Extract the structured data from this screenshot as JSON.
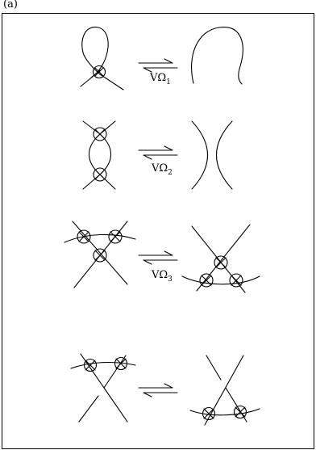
{
  "panel_label": "(a)",
  "moves": [
    {
      "name": "VΩ",
      "subscript": "1"
    },
    {
      "name": "VΩ",
      "subscript": "2"
    },
    {
      "name": "VΩ",
      "subscript": "3"
    },
    {
      "name": "",
      "subscript": ""
    }
  ]
}
